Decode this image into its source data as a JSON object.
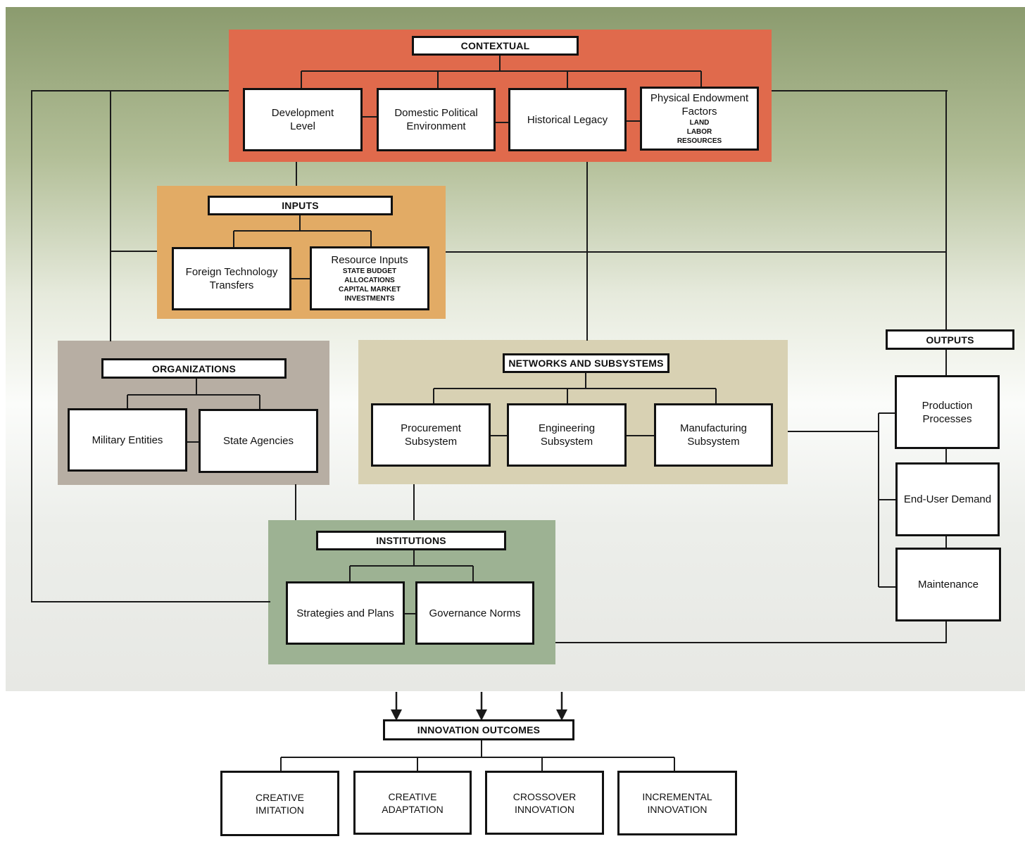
{
  "contextual": {
    "title": "CONTEXTUAL",
    "color": "#e06a4c",
    "development": {
      "line1": "Development",
      "line2": "Level"
    },
    "domestic": {
      "line1": "Domestic Political",
      "line2": "Environment"
    },
    "historical": {
      "label": "Historical Legacy"
    },
    "physical": {
      "line1": "Physical Endowment",
      "line2": "Factors",
      "items": [
        "LAND",
        "LABOR",
        "RESOURCES"
      ]
    }
  },
  "inputs": {
    "title": "INPUTS",
    "color": "#e2ab65",
    "foreign": {
      "line1": "Foreign Technology",
      "line2": "Transfers"
    },
    "resource": {
      "label": "Resource Inputs",
      "items": [
        "STATE BUDGET",
        "ALLOCATIONS",
        "CAPITAL MARKET",
        "INVESTMENTS"
      ]
    }
  },
  "organizations": {
    "title": "ORGANIZATIONS",
    "color": "#b7aea3",
    "military": "Military Entities",
    "state": "State Agencies"
  },
  "networks": {
    "title": "NETWORKS AND SUBSYSTEMS",
    "color": "#d8d1b3",
    "procurement": {
      "line1": "Procurement",
      "line2": "Subsystem"
    },
    "engineering": {
      "line1": "Engineering",
      "line2": "Subsystem"
    },
    "manufacturing": {
      "line1": "Manufacturing",
      "line2": "Subsystem"
    }
  },
  "institutions": {
    "title": "INSTITUTIONS",
    "color": "#9db293",
    "strategies": "Strategies and Plans",
    "governance": "Governance Norms"
  },
  "outputs": {
    "title": "OUTPUTS",
    "production": {
      "line1": "Production",
      "line2": "Processes"
    },
    "enduser": "End-User Demand",
    "maintenance": "Maintenance"
  },
  "innovation": {
    "title": "INNOVATION OUTCOMES",
    "creative_imitation": {
      "line1": "CREATIVE",
      "line2": "IMITATION"
    },
    "creative_adaptation": {
      "line1": "CREATIVE",
      "line2": "ADAPTATION"
    },
    "crossover": {
      "line1": "CROSSOVER",
      "line2": "INNOVATION"
    },
    "incremental": {
      "line1": "INCREMENTAL",
      "line2": "INNOVATION"
    }
  }
}
